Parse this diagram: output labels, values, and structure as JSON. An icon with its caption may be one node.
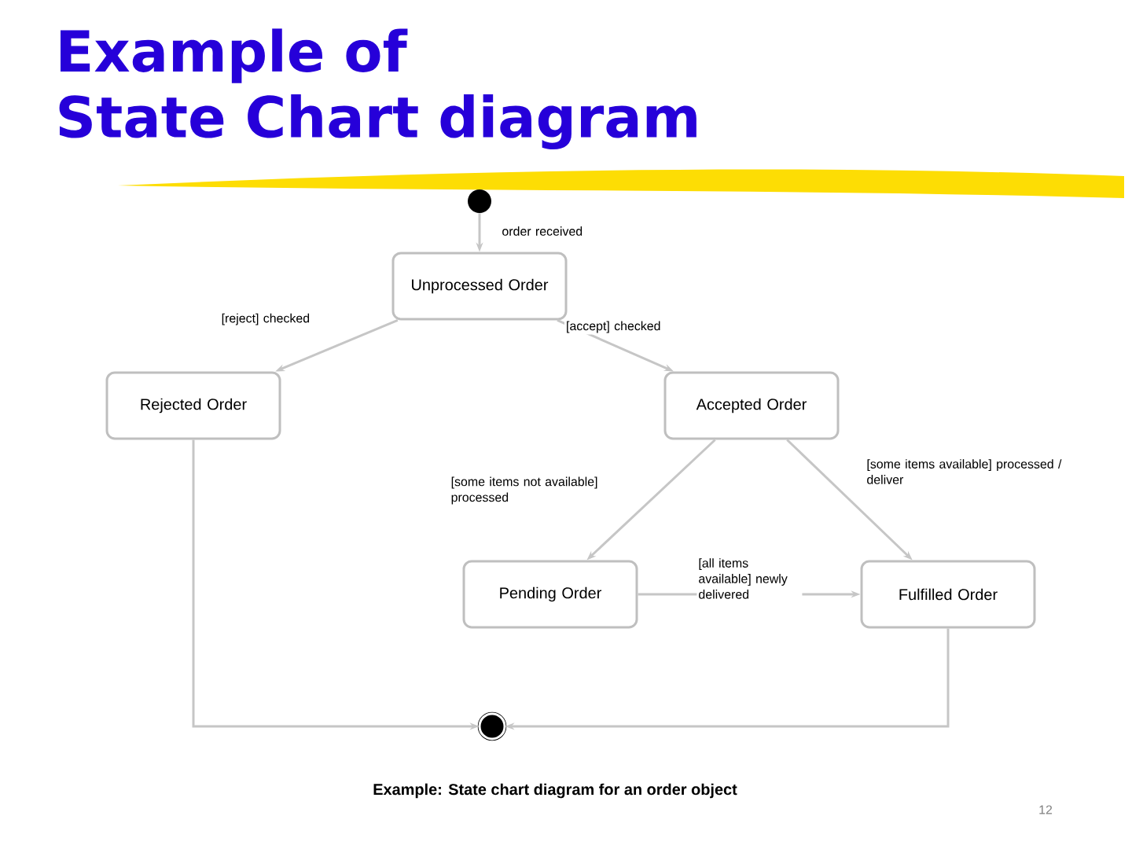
{
  "diagram": {
    "title": "Example of State Chart diagram",
    "caption": "Example: State chart diagram for an order object",
    "nodes": [
      {
        "text": [],
        "shape": "circle"
      },
      {
        "text": [
          "Unprocessed Order"
        ]
      },
      {
        "text": [
          "Rejected Order"
        ]
      },
      {
        "text": [
          "Accepted Order"
        ]
      },
      {
        "text": [
          "Pending Order"
        ]
      },
      {
        "text": [
          "Fulfilled Order"
        ]
      },
      {
        "text": [],
        "shape": "circle"
      }
    ],
    "edges": [
      {
        "from": 0,
        "to": 1,
        "arrow": "to",
        "label": "order received"
      },
      {
        "from": 1,
        "to": 2,
        "arrow": "to",
        "label": "[reject] checked"
      },
      {
        "from": 1,
        "to": 3,
        "arrow": "to",
        "label": "[accept] checked"
      },
      {
        "from": 3,
        "to": 4,
        "arrow": "to",
        "label": "[some items not available] processed"
      },
      {
        "from": 3,
        "to": 5,
        "arrow": "to",
        "label": "[some items available] processed / deliver"
      },
      {
        "from": 4,
        "to": 5,
        "arrow": "to",
        "label": "[all items available] newly delivered"
      },
      {
        "from": 2,
        "to": 6,
        "arrow": "to"
      },
      {
        "from": 5,
        "to": 6,
        "arrow": "to"
      }
    ],
    "labels": [
      "12"
    ]
  }
}
